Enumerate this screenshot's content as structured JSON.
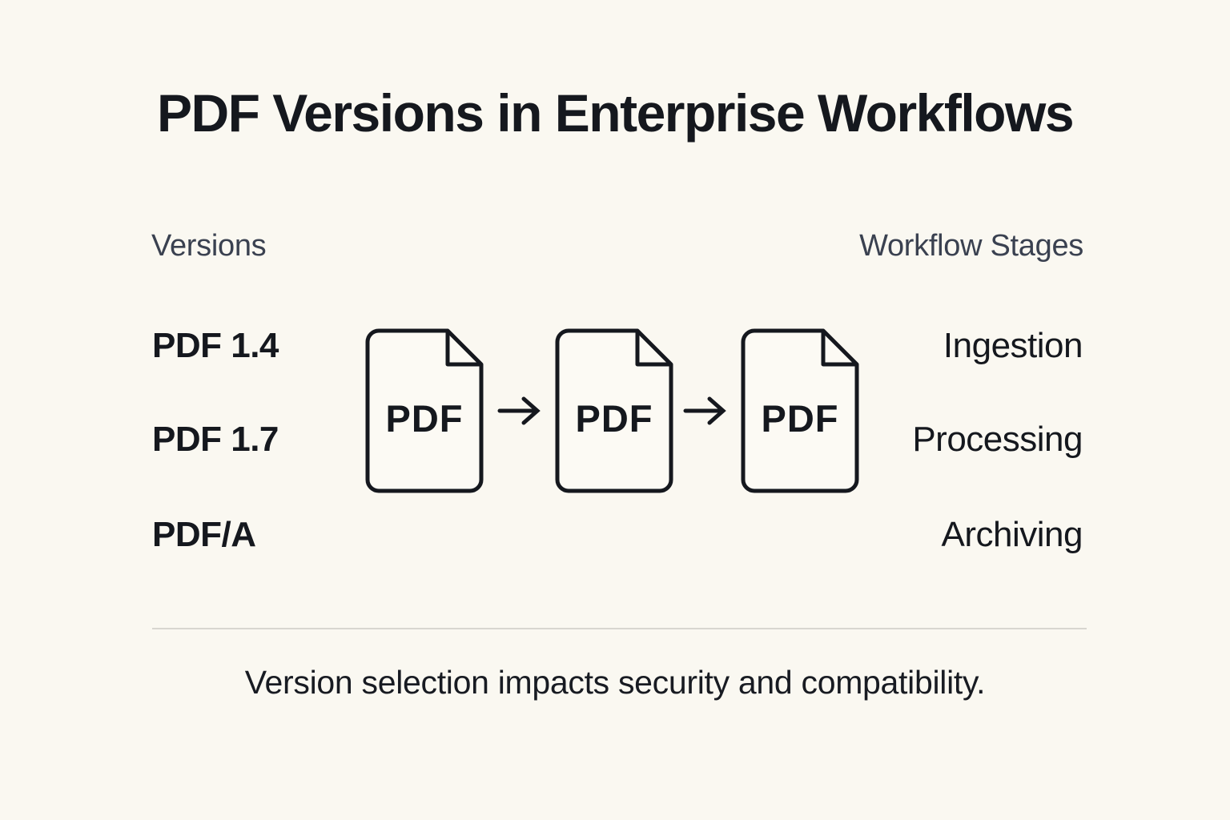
{
  "title": "PDF Versions in Enterprise Workflows",
  "columns": {
    "left": {
      "header": "Versions",
      "items": [
        "PDF 1.4",
        "PDF 1.7",
        "PDF/A"
      ]
    },
    "right": {
      "header": "Workflow Stages",
      "items": [
        "Ingestion",
        "Processing",
        "Archiving"
      ]
    }
  },
  "flow": {
    "documents": [
      {
        "label": "PDF"
      },
      {
        "label": "PDF"
      },
      {
        "label": "PDF"
      }
    ],
    "arrow_glyph": "→"
  },
  "footer": {
    "note": "Version selection impacts security and compatibility."
  },
  "colors": {
    "background": "#FAF8F1",
    "ink": "#15181E",
    "muted_ink": "#3A4150",
    "divider": "#D8D6D0",
    "document_fill": "#FCFAF4"
  }
}
